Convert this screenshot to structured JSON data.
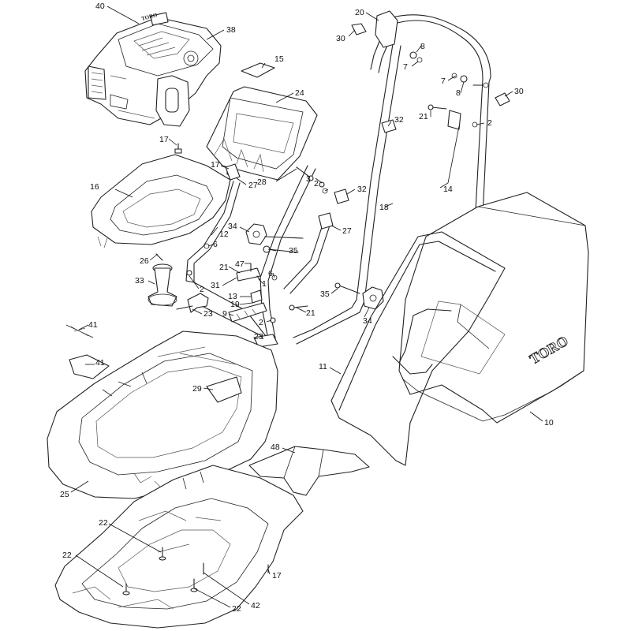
{
  "diagram": {
    "brand_text": "TORO",
    "callouts": [
      "40",
      "38",
      "20",
      "30",
      "8",
      "7",
      "15",
      "24",
      "7",
      "8",
      "30",
      "21",
      "32",
      "2",
      "17",
      "17",
      "27",
      "28",
      "3",
      "2",
      "32",
      "14",
      "16",
      "18",
      "34",
      "12",
      "27",
      "6",
      "35",
      "26",
      "21",
      "47",
      "6",
      "33",
      "31",
      "1",
      "2",
      "13",
      "19",
      "35",
      "34",
      "21",
      "9",
      "23",
      "2",
      "41",
      "23",
      "41",
      "11",
      "29",
      "10",
      "48",
      "25",
      "22",
      "22",
      "17",
      "22",
      "42"
    ]
  }
}
